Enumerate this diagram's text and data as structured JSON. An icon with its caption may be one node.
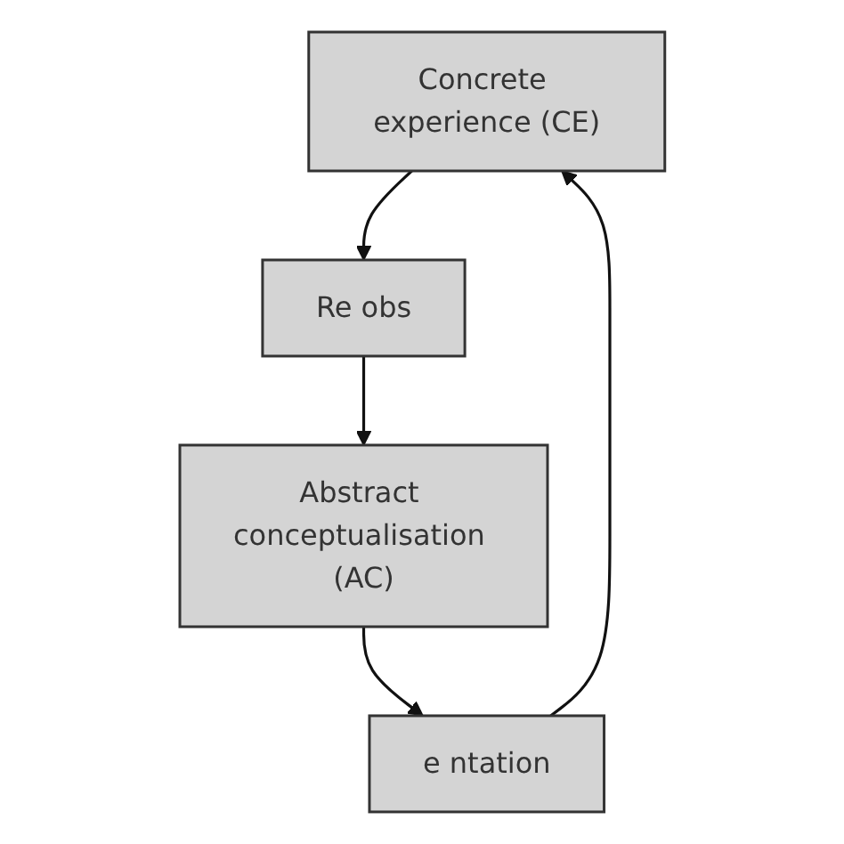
{
  "diagram": {
    "nodes": [
      {
        "text": [
          "Concrete experience (CE)"
        ]
      },
      {
        "text": [
          "e ntation"
        ]
      },
      {
        "text": [
          "Re obs"
        ]
      },
      {
        "text": [
          "Abstract conceptualisation (AC)"
        ]
      }
    ],
    "edges": [
      {
        "from": 0,
        "to": 2,
        "arrow": "to"
      },
      {
        "from": 2,
        "to": 3,
        "arrow": "to"
      },
      {
        "from": 3,
        "to": 1,
        "arrow": "to"
      },
      {
        "from": 1,
        "to": 0,
        "arrow": "to"
      }
    ]
  }
}
